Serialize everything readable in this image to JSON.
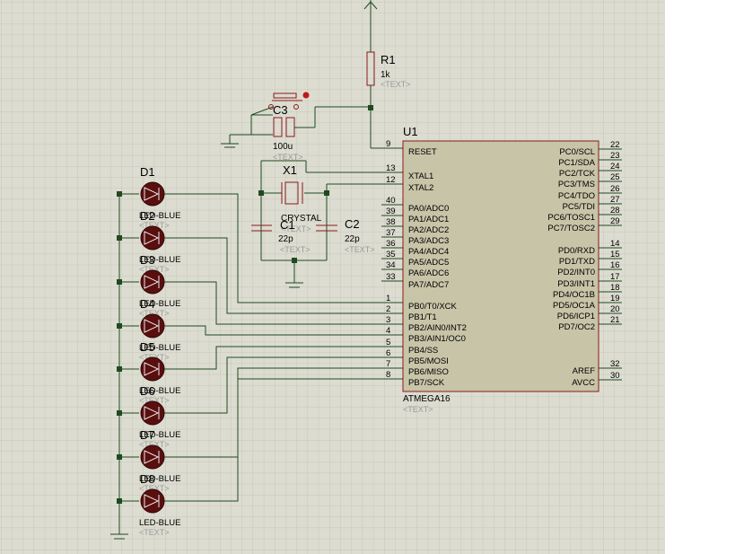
{
  "colors": {
    "grid": "#c6c6bc",
    "bg": "#dcdcd1",
    "wire": "#1f4a1f",
    "outline": "#8b1a1a",
    "chip_fill": "#c7c4a8",
    "led": "#5a0f0f"
  },
  "u1": {
    "ref": "U1",
    "part": "ATMEGA16",
    "text": "<TEXT>",
    "left_pins": [
      {
        "num": "9",
        "name": "RESET"
      },
      {
        "num": "13",
        "name": "XTAL1"
      },
      {
        "num": "12",
        "name": "XTAL2"
      },
      {
        "num": "40",
        "name": "PA0/ADC0"
      },
      {
        "num": "39",
        "name": "PA1/ADC1"
      },
      {
        "num": "38",
        "name": "PA2/ADC2"
      },
      {
        "num": "37",
        "name": "PA3/ADC3"
      },
      {
        "num": "36",
        "name": "PA4/ADC4"
      },
      {
        "num": "35",
        "name": "PA5/ADC5"
      },
      {
        "num": "34",
        "name": "PA6/ADC6"
      },
      {
        "num": "33",
        "name": "PA7/ADC7"
      },
      {
        "num": "1",
        "name": "PB0/T0/XCK"
      },
      {
        "num": "2",
        "name": "PB1/T1"
      },
      {
        "num": "3",
        "name": "PB2/AIN0/INT2"
      },
      {
        "num": "4",
        "name": "PB3/AIN1/OC0"
      },
      {
        "num": "5",
        "name": "PB4/SS"
      },
      {
        "num": "6",
        "name": "PB5/MOSI"
      },
      {
        "num": "7",
        "name": "PB6/MISO"
      },
      {
        "num": "8",
        "name": "PB7/SCK"
      }
    ],
    "right_pins": [
      {
        "num": "22",
        "name": "PC0/SCL"
      },
      {
        "num": "23",
        "name": "PC1/SDA"
      },
      {
        "num": "24",
        "name": "PC2/TCK"
      },
      {
        "num": "25",
        "name": "PC3/TMS"
      },
      {
        "num": "26",
        "name": "PC4/TDO"
      },
      {
        "num": "27",
        "name": "PC5/TDI"
      },
      {
        "num": "28",
        "name": "PC6/TOSC1"
      },
      {
        "num": "29",
        "name": "PC7/TOSC2"
      },
      {
        "num": "14",
        "name": "PD0/RXD"
      },
      {
        "num": "15",
        "name": "PD1/TXD"
      },
      {
        "num": "16",
        "name": "PD2/INT0"
      },
      {
        "num": "17",
        "name": "PD3/INT1"
      },
      {
        "num": "18",
        "name": "PD4/OC1B"
      },
      {
        "num": "19",
        "name": "PD5/OC1A"
      },
      {
        "num": "20",
        "name": "PD6/ICP1"
      },
      {
        "num": "21",
        "name": "PD7/OC2"
      },
      {
        "num": "32",
        "name": "AREF"
      },
      {
        "num": "30",
        "name": "AVCC"
      }
    ]
  },
  "r1": {
    "ref": "R1",
    "value": "1k",
    "text": "<TEXT>"
  },
  "c3": {
    "ref": "C3",
    "value": "100u",
    "text": "<TEXT>"
  },
  "x1": {
    "ref": "X1",
    "value": "CRYSTAL",
    "text": "<TEXT>"
  },
  "c1": {
    "ref": "C1",
    "value": "22p",
    "text": "<TEXT>"
  },
  "c2": {
    "ref": "C2",
    "value": "22p",
    "text": "<TEXT>"
  },
  "leds": [
    {
      "ref": "D1",
      "value": "LED-BLUE",
      "text": "<TEXT>"
    },
    {
      "ref": "D2",
      "value": "LED-BLUE",
      "text": "<TEXT>"
    },
    {
      "ref": "D3",
      "value": "LED-BLUE",
      "text": "<TEXT>"
    },
    {
      "ref": "D4",
      "value": "LED-BLUE",
      "text": "<TEXT>"
    },
    {
      "ref": "D5",
      "value": "LED-BLUE",
      "text": "<TEXT>"
    },
    {
      "ref": "D6",
      "value": "LED-BLUE",
      "text": "<TEXT>"
    },
    {
      "ref": "D7",
      "value": "LED-BLUE",
      "text": "<TEXT>"
    },
    {
      "ref": "D8",
      "value": "LED-BLUE",
      "text": "<TEXT>"
    }
  ]
}
